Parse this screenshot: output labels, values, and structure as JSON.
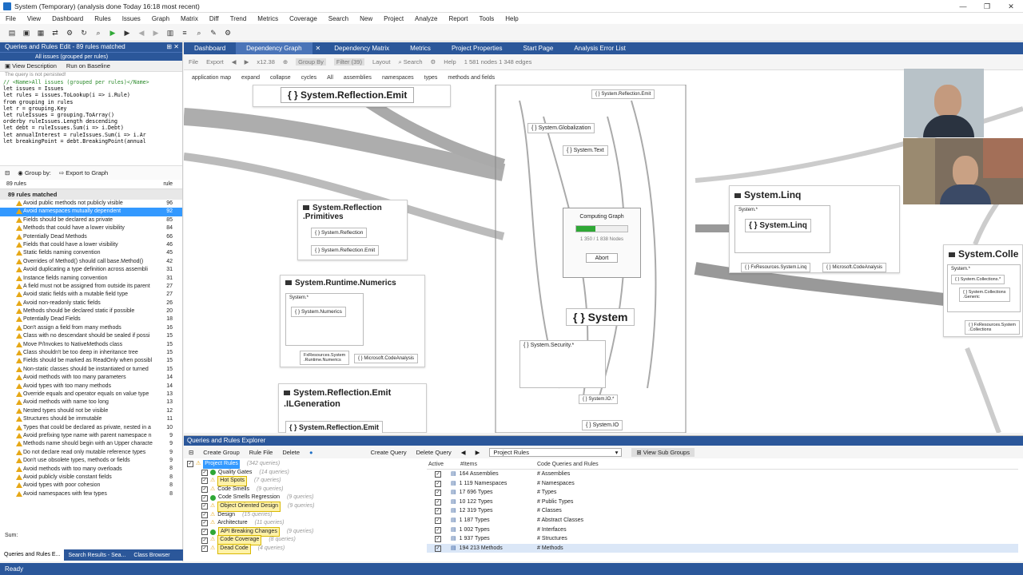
{
  "window": {
    "title": "System (Temporary)  (analysis done Today 16:18 most recent)",
    "controls": [
      "—",
      "❐",
      "✕"
    ]
  },
  "menu": [
    "File",
    "View",
    "Dashboard",
    "Rules",
    "Issues",
    "Graph",
    "Matrix",
    "Diff",
    "Trend",
    "Metrics",
    "Coverage",
    "Search",
    "New",
    "Project",
    "Analyze",
    "Report",
    "Tools",
    "Help"
  ],
  "left_panel": {
    "header": "Queries and Rules Edit  - 89 rules matched",
    "subheader": "All issues (grouped per rules)",
    "view_description": "View Description",
    "run_on_baseline": "Run on Baseline",
    "not_persisted": "The query is not persisted!",
    "code_lines": [
      "// <Name>All issues (grouped per rules)</Name>",
      "let issues = Issues",
      "let rules = issues.ToLookup(i => i.Rule)",
      "from grouping in rules",
      "let r = grouping.Key",
      "let ruleIssues = grouping.ToArray()",
      "orderby ruleIssues.Length descending",
      "let debt = ruleIssues.Sum(i => i.Debt)",
      "let annualInterest = ruleIssues.Sum(i => i.Ar",
      "let breakingPoint = debt.BreakingPoint(annual"
    ],
    "group_by": "Group by:",
    "export_to_graph": "Export to Graph",
    "rules_count": "89 rules",
    "rule_col": "rule",
    "matched_header": "89 rules matched",
    "rules": [
      {
        "label": "Avoid public methods not publicly visible",
        "count": "96"
      },
      {
        "label": "Avoid namespaces mutually dependent",
        "count": "92"
      },
      {
        "label": "Fields should be declared as private",
        "count": "85"
      },
      {
        "label": "Methods that could have a lower visibility",
        "count": "84"
      },
      {
        "label": "Potentially Dead Methods",
        "count": "66"
      },
      {
        "label": "Fields that could have a lower visibility",
        "count": "46"
      },
      {
        "label": "Static fields naming convention",
        "count": "45"
      },
      {
        "label": "Overrides of Method() should call base.Method()",
        "count": "42"
      },
      {
        "label": "Avoid duplicating a type definition across assembli",
        "count": "31"
      },
      {
        "label": "Instance fields naming convention",
        "count": "31"
      },
      {
        "label": "A field must not be assigned from outside its parent",
        "count": "27"
      },
      {
        "label": "Avoid static fields with a mutable field type",
        "count": "27"
      },
      {
        "label": "Avoid non-readonly static fields",
        "count": "26"
      },
      {
        "label": "Methods should be declared static if possible",
        "count": "20"
      },
      {
        "label": "Potentially Dead Fields",
        "count": "18"
      },
      {
        "label": "Don't assign a field from many methods",
        "count": "16"
      },
      {
        "label": "Class with no descendant should be sealed if possi",
        "count": "15"
      },
      {
        "label": "Move P/Invokes to NativeMethods class",
        "count": "15"
      },
      {
        "label": "Class shouldn't be too deep in inheritance tree",
        "count": "15"
      },
      {
        "label": "Fields should be marked as ReadOnly when possibl",
        "count": "15"
      },
      {
        "label": "Non-static classes should be instantiated or turned",
        "count": "15"
      },
      {
        "label": "Avoid methods with too many parameters",
        "count": "14"
      },
      {
        "label": "Avoid types with too many methods",
        "count": "14"
      },
      {
        "label": "Override equals and operator equals on value type",
        "count": "13"
      },
      {
        "label": "Avoid methods with name too long",
        "count": "13"
      },
      {
        "label": "Nested types should not be visible",
        "count": "12"
      },
      {
        "label": "Structures should be immutable",
        "count": "11"
      },
      {
        "label": "Types that could be declared as private, nested in a",
        "count": "10"
      },
      {
        "label": "Avoid prefixing type name with parent namespace n",
        "count": "9"
      },
      {
        "label": "Methods name should begin with an Upper characte",
        "count": "9"
      },
      {
        "label": "Do not declare read only mutable reference types",
        "count": "9"
      },
      {
        "label": "Don't use obsolete types, methods or fields",
        "count": "9"
      },
      {
        "label": "Avoid methods with too many overloads",
        "count": "8"
      },
      {
        "label": "Avoid publicly visible constant fields",
        "count": "8"
      },
      {
        "label": "Avoid types with poor cohesion",
        "count": "8"
      },
      {
        "label": "Avoid namespaces with few types",
        "count": "8"
      }
    ],
    "sum_label": "Sum:",
    "bottom_tabs": [
      "Queries and Rules E...",
      "Search Results - Sea...",
      "Class Browser"
    ]
  },
  "doc_tabs": [
    "Dashboard",
    "Dependency Graph",
    "Dependency Matrix",
    "Metrics",
    "Project Properties",
    "Start Page",
    "Analysis Error List"
  ],
  "graph_toolbar": {
    "items": [
      "File",
      "Export",
      "x12.38",
      "Group By",
      "Filter (39)",
      "Layout",
      "Search",
      "Help"
    ],
    "stats": "1 581 nodes  1 348 edges"
  },
  "graph_filters": [
    "application map",
    "expand",
    "collapse",
    "cycles",
    "All",
    "assemblies",
    "namespaces",
    "types",
    "methods and fields"
  ],
  "graph_nodes": {
    "reflection_emit_top": "{ } System.Reflection.Emit",
    "reflection_primitives": "System.Reflection\n.Primitives",
    "reflection_sub": "{ } System.Reflection",
    "reflection_emit_sub": "{ } System.Reflection.Emit",
    "runtime_numerics": "System.Runtime.Numerics",
    "system_star": "System.*",
    "system_numerics": "{ } System.Numerics",
    "fxresources_numerics": "FxResources.System\n.Runtime.Numerics",
    "microsoft_codeanalysis": "{ } Microsoft.CodeAnalysis",
    "reflection_emit_il": "System.Reflection.Emit\n.ILGeneration",
    "reflection_emit_bottom": "{ } System.Reflection.Emit",
    "globalization": "{ } System.Globalization",
    "system_text": "{ } System.Text",
    "system_reflection_emit_small": "{ } System.Reflection.Emit",
    "system_big": "{ } System",
    "system_security": "{ } System.Security.*",
    "system_io": "{ } System.IO.*",
    "system_io2": "{ } System.IO",
    "linq": "System.Linq",
    "linq_star": "System.*",
    "linq_sub": "{ } System.Linq",
    "fxresources_linq": "{ } FxResources.System.Linq",
    "microsoft_codeanalysis2": "{ } Microsoft.CodeAnalysis",
    "collections": "System.Colle",
    "collections_star": "System.*",
    "collections_sub": "{ } System.Collections.*",
    "collections_generic": "{ } System.Collections\n.Generic",
    "fxresources_collections": "{ } FxResources.System\n.Collections"
  },
  "computing_dialog": {
    "title": "Computing Graph",
    "progress_fraction": 0.37,
    "progress_text": "1 350  /  1 838  Nodes",
    "abort": "Abort"
  },
  "explorer": {
    "header": "Queries and Rules Explorer",
    "toolbar": [
      "Create Group",
      "Rule File",
      "Delete"
    ],
    "toolbar_right": [
      "Create Query",
      "Delete Query"
    ],
    "project_rules_select": "Project Rules",
    "view_sub_groups": "View Sub Groups",
    "tree": [
      {
        "label": "Project Rules",
        "q": "(342 queries)",
        "level": 0,
        "sel": true
      },
      {
        "label": "Quality Gates",
        "q": "(14 queries)",
        "level": 1,
        "dot": "#2fa836"
      },
      {
        "label": "Hot Spots",
        "q": "(7 queries)",
        "level": 1,
        "hl": true
      },
      {
        "label": "Code Smells",
        "q": "(9 queries)",
        "level": 1
      },
      {
        "label": "Code Smells Regression",
        "q": "(9 queries)",
        "level": 1,
        "dot": "#2fa836"
      },
      {
        "label": "Object Oriented Design",
        "q": "(9 queries)",
        "level": 1,
        "hl": true
      },
      {
        "label": "Design",
        "q": "(15 queries)",
        "level": 1
      },
      {
        "label": "Architecture",
        "q": "(11 queries)",
        "level": 1
      },
      {
        "label": "API Breaking Changes",
        "q": "(9 queries)",
        "level": 1,
        "hl": true,
        "dot": "#2fa836"
      },
      {
        "label": "Code Coverage",
        "q": "(8 queries)",
        "level": 1,
        "hl": true
      },
      {
        "label": "Dead Code",
        "q": "(4 queries)",
        "level": 1,
        "hl": true
      }
    ],
    "columns": [
      "Active",
      "#Items",
      "Code Queries and Rules"
    ],
    "rows": [
      {
        "items": "164 Assemblies",
        "name": "# Assemblies"
      },
      {
        "items": "1 119 Namespaces",
        "name": "# Namespaces"
      },
      {
        "items": "17 696 Types",
        "name": "# Types"
      },
      {
        "items": "10 122 Types",
        "name": "# Public Types"
      },
      {
        "items": "12 319 Types",
        "name": "# Classes"
      },
      {
        "items": "1 187 Types",
        "name": "# Abstract Classes"
      },
      {
        "items": "1 002 Types",
        "name": "# Interfaces"
      },
      {
        "items": "1 937 Types",
        "name": "# Structures"
      },
      {
        "items": "194 213 Methods",
        "name": "# Methods"
      }
    ]
  },
  "status": "Ready",
  "colors": {
    "accent": "#2b579a",
    "selection": "#3399ff",
    "progress": "#2fa836",
    "warning": "#e6a817"
  }
}
